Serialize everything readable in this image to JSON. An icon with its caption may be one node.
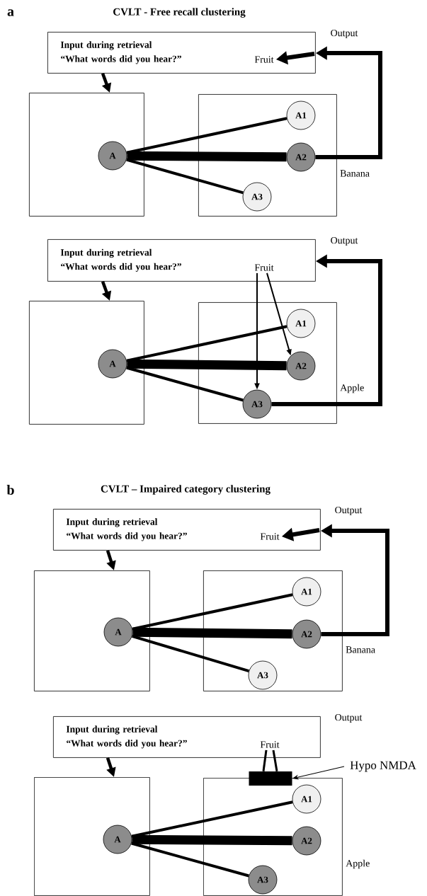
{
  "diagram": {
    "nodes": [
      {
        "text": [
          "Input during retrieval",
          "“What words did you hear?”"
        ]
      },
      {
        "text": [
          "Fruit"
        ],
        "in": 0
      },
      {
        "text": [],
        "shape": "box"
      },
      {
        "text": [],
        "shape": "box"
      },
      {
        "text": [
          "A"
        ],
        "in": 2
      },
      {
        "text": [
          "A1"
        ],
        "in": 3
      },
      {
        "text": [
          "A2"
        ],
        "in": 3
      },
      {
        "text": [
          "A3"
        ],
        "in": 3
      },
      {
        "text": [
          "Input during retrieval",
          "“What words did you hear?”"
        ]
      },
      {
        "text": [
          "Fruit"
        ],
        "in": 8
      },
      {
        "text": [],
        "shape": "box"
      },
      {
        "text": [],
        "shape": "box"
      },
      {
        "text": [
          "A"
        ],
        "in": 10
      },
      {
        "text": [
          "A1"
        ],
        "in": 11
      },
      {
        "text": [
          "A2"
        ],
        "in": 11
      },
      {
        "text": [
          "A3"
        ],
        "in": 11
      },
      {
        "text": [
          "Input during retrieval",
          "“What words did you hear?”"
        ]
      },
      {
        "text": [
          "Fruit"
        ],
        "in": 16
      },
      {
        "text": [],
        "shape": "box"
      },
      {
        "text": [],
        "shape": "box"
      },
      {
        "text": [
          "A"
        ],
        "in": 18
      },
      {
        "text": [
          "A1"
        ],
        "in": 19
      },
      {
        "text": [
          "A2"
        ],
        "in": 19
      },
      {
        "text": [
          "A3"
        ],
        "in": 19
      },
      {
        "text": [
          "Input during retrieval",
          "“What words did you hear?”"
        ]
      },
      {
        "text": [
          "Fruit"
        ],
        "in": 24
      },
      {
        "text": [],
        "shape": "bar"
      },
      {
        "text": [
          "Hypo NMDA"
        ]
      },
      {
        "text": [],
        "shape": "box"
      },
      {
        "text": [],
        "shape": "box"
      },
      {
        "text": [
          "A"
        ],
        "in": 28
      },
      {
        "text": [
          "A1"
        ],
        "in": 29
      },
      {
        "text": [
          "A2"
        ],
        "in": 29
      },
      {
        "text": [
          "A3"
        ],
        "in": 29
      }
    ],
    "edges": [
      {
        "from": 0,
        "to": 2,
        "arrow": "to"
      },
      {
        "from": 4,
        "to": 5,
        "arrow": "none"
      },
      {
        "from": 4,
        "to": 6,
        "arrow": "none",
        "style": "thick"
      },
      {
        "from": 4,
        "to": 7,
        "arrow": "none"
      },
      {
        "from": 6,
        "to": 0,
        "arrow": "to"
      },
      {
        "from": null,
        "to": 1,
        "arrow": "to"
      },
      {
        "from": 8,
        "to": 10,
        "arrow": "to"
      },
      {
        "from": 12,
        "to": 13,
        "arrow": "none"
      },
      {
        "from": 12,
        "to": 14,
        "arrow": "none",
        "style": "thick"
      },
      {
        "from": 12,
        "to": 15,
        "arrow": "none"
      },
      {
        "from": 15,
        "to": 8,
        "arrow": "to"
      },
      {
        "from": 9,
        "to": 14,
        "arrow": "to"
      },
      {
        "from": 9,
        "to": 15,
        "arrow": "to"
      },
      {
        "from": 16,
        "to": 18,
        "arrow": "to"
      },
      {
        "from": 20,
        "to": 21,
        "arrow": "none"
      },
      {
        "from": 20,
        "to": 22,
        "arrow": "none",
        "style": "thick"
      },
      {
        "from": 20,
        "to": 23,
        "arrow": "none"
      },
      {
        "from": 22,
        "to": 16,
        "arrow": "to"
      },
      {
        "from": null,
        "to": 17,
        "arrow": "to"
      },
      {
        "from": 24,
        "to": 28,
        "arrow": "to"
      },
      {
        "from": 30,
        "to": 31,
        "arrow": "none"
      },
      {
        "from": 30,
        "to": 32,
        "arrow": "none",
        "style": "thick"
      },
      {
        "from": 30,
        "to": 33,
        "arrow": "none"
      },
      {
        "from": 25,
        "to": 26,
        "arrow": "none"
      },
      {
        "from": 25,
        "to": 26,
        "arrow": "none"
      },
      {
        "from": 27,
        "to": 26,
        "arrow": "to"
      }
    ],
    "labels": [
      "a",
      "CVLT - Free recall clustering",
      "Output",
      "Banana",
      "Output",
      "Apple",
      "b",
      "CVLT – Impaired category clustering",
      "Output",
      "Banana",
      "Output",
      "Apple"
    ]
  }
}
